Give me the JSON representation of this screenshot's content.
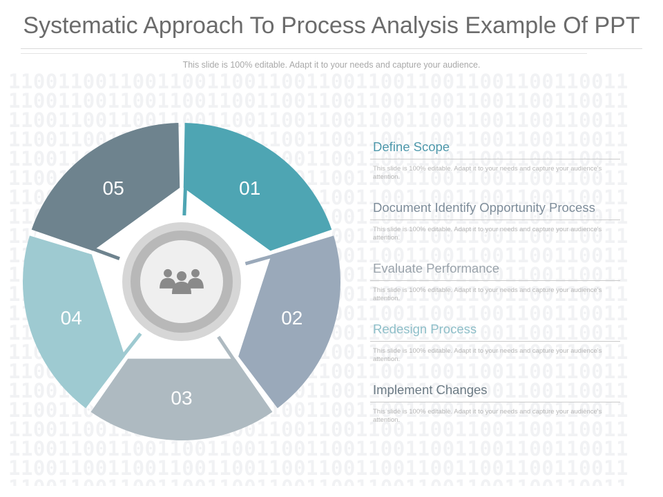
{
  "slide": {
    "title": "Systematic Approach To Process Analysis Example Of PPT",
    "subtitle": "This slide is 100% editable. Adapt it to your needs and capture your audience.",
    "background_pattern": "11001100110011001100110011001100110011001100110011"
  },
  "center_icon": "people-group-icon",
  "colors": {
    "seg01": "#4ea5b3",
    "seg02": "#9aa9ba",
    "seg03": "#aebac1",
    "seg04": "#9ecad1",
    "seg05": "#6e838e",
    "hub": "#c9c9c9",
    "icon": "#8a8a8a"
  },
  "segments": [
    {
      "num": "01",
      "color_key": "seg01"
    },
    {
      "num": "02",
      "color_key": "seg02"
    },
    {
      "num": "03",
      "color_key": "seg03"
    },
    {
      "num": "04",
      "color_key": "seg04"
    },
    {
      "num": "05",
      "color_key": "seg05"
    }
  ],
  "steps": [
    {
      "title": "Define Scope",
      "color": "#4e98ab",
      "desc": "This slide is 100% editable. Adapt it to your needs and capture your audience's attention."
    },
    {
      "title": "Document Identify Opportunity Process",
      "color": "#7d8c99",
      "desc": "This slide is 100% editable. Adapt it to your needs and capture your audience's attention."
    },
    {
      "title": "Evaluate Performance",
      "color": "#9aa3ab",
      "desc": "This slide is 100% editable. Adapt it to your needs and capture your audience's attention."
    },
    {
      "title": "Redesign Process",
      "color": "#8ebfc9",
      "desc": "This slide is 100% editable. Adapt it to your needs and capture your audience's attention."
    },
    {
      "title": "Implement  Changes",
      "color": "#6b7a84",
      "desc": "This slide is 100% editable. Adapt it to your needs and capture your audience's attention."
    }
  ]
}
